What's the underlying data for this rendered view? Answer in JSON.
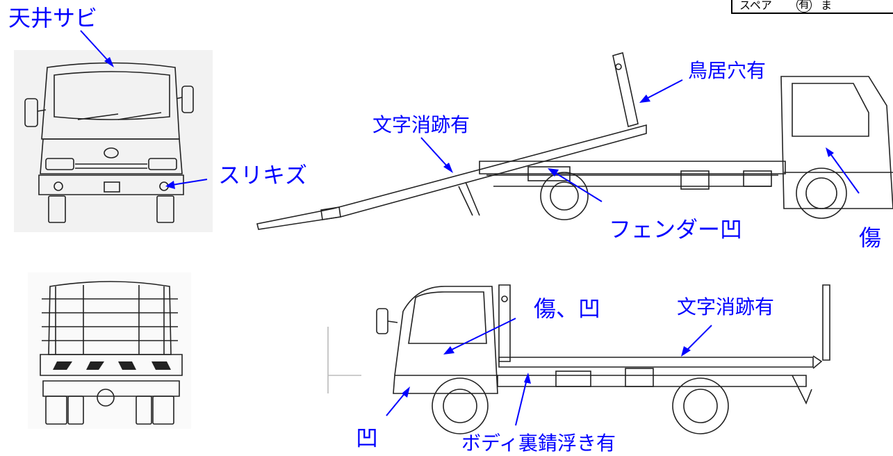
{
  "header_box": {
    "text": "スペア",
    "circled": "有",
    "trailing": "ま"
  },
  "labels": {
    "ceiling_rust": "天井サビ",
    "scratch_front": "スリキズ",
    "torii_hole": "鳥居穴有",
    "text_trace_tilt": "文字消跡有",
    "fender_dent": "フェンダー凹",
    "scratch_right_door": "傷",
    "scratch_dent_left": "傷、凹",
    "text_trace_flat": "文字消跡有",
    "dent_bumper": "凹",
    "body_rust": "ボディ裏錆浮き有"
  },
  "colors": {
    "annotation": "#0000ff",
    "line": "#222222",
    "photo_bg": "#f2f2f2"
  }
}
